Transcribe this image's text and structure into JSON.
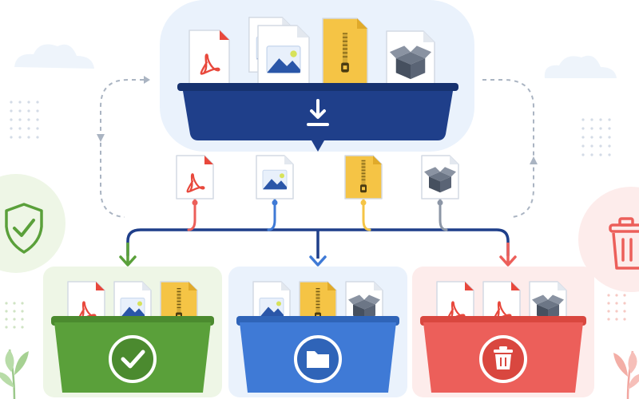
{
  "colors": {
    "navy": "#1f3f8a",
    "blue": "#3f7ad6",
    "green": "#5aa03a",
    "red": "#ec5f5a",
    "yellow": "#f5c445",
    "pdf_red": "#e8483c",
    "gray_box": "#46505f",
    "pale_blue": "#eaf2fc",
    "pale_green": "#eef6e6",
    "pale_red": "#fdeceb"
  },
  "source_tray": {
    "icon": "download-icon",
    "files": [
      "pdf-file",
      "image-file",
      "zip-file",
      "package-file"
    ]
  },
  "sorted_files": [
    "pdf-file",
    "image-file",
    "zip-file",
    "package-file"
  ],
  "bins": [
    {
      "id": "keep",
      "color": "green",
      "icon": "checkmark-icon",
      "files": [
        "pdf-file",
        "image-file",
        "zip-file"
      ]
    },
    {
      "id": "organize",
      "color": "blue",
      "icon": "folder-icon",
      "files": [
        "image-file",
        "zip-file",
        "package-file"
      ]
    },
    {
      "id": "delete",
      "color": "red",
      "icon": "trash-icon",
      "files": [
        "pdf-file",
        "pdf-file",
        "package-file"
      ]
    }
  ],
  "side_badges": {
    "left": "shield-check-icon",
    "right": "trash-icon"
  }
}
